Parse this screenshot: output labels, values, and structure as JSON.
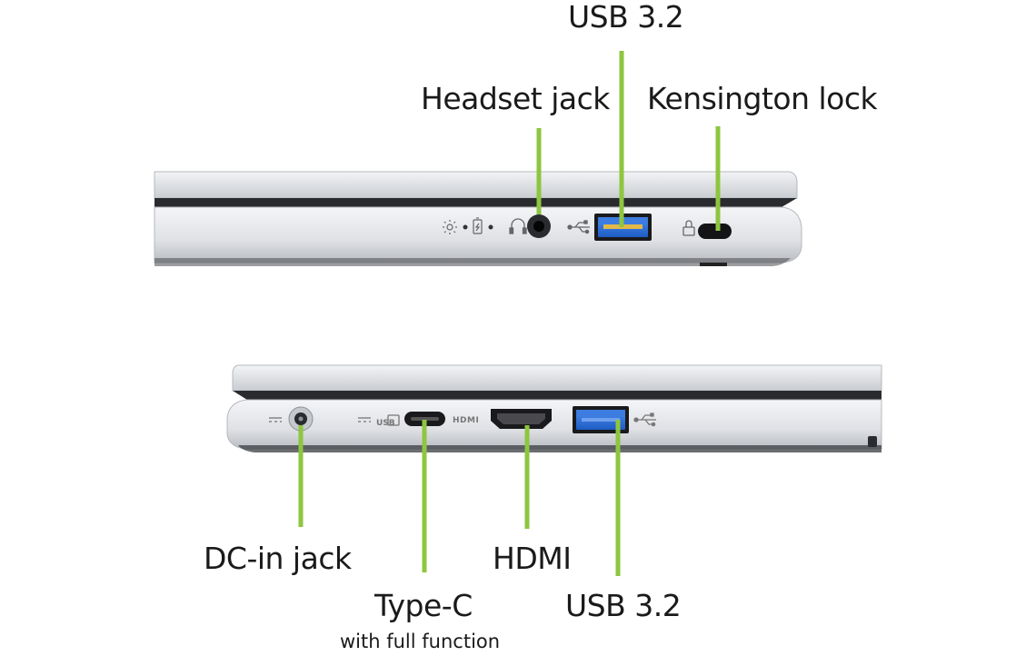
{
  "callouts": {
    "top_usb": "USB 3.2",
    "headset": "Headset jack",
    "kensington": "Kensington lock",
    "dc_in": "DC-in jack",
    "type_c": "Type-C",
    "type_c_sub": "with full function",
    "hdmi": "HDMI",
    "bottom_usb": "USB 3.2"
  },
  "colors": {
    "leader_line": "#8dc63f",
    "usb_port_blue": "#2a6fd6"
  },
  "icons": {
    "top_panel": [
      "power-light-icon",
      "battery-light-icon",
      "headset-icon",
      "usb-symbol-icon",
      "kensington-lock-icon"
    ],
    "bottom_panel": [
      "dc-power-icon",
      "usb-c-data-icon",
      "hdmi-logo-icon",
      "usb-symbol-icon"
    ]
  }
}
